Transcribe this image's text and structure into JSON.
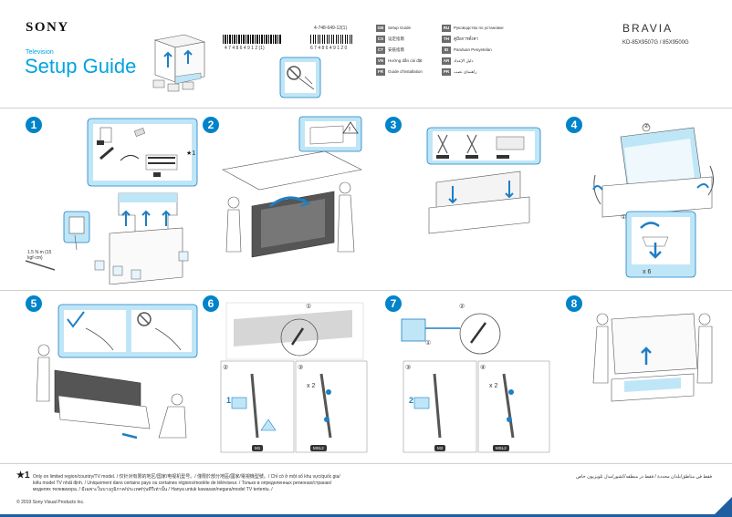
{
  "header": {
    "brand": "SONY",
    "category": "Television",
    "title": "Setup Guide",
    "part_number": "4-748-649-12(1)",
    "barcode_left_digits": "4 7 4 8 6 4 9 1 2 (1)",
    "barcode_right_digits": "6 7 4 8 6 4 9 1 2 0",
    "tv_brand": "BRAVIA",
    "models": "KD-85X9507G / 85X9500G"
  },
  "languages": {
    "left": [
      {
        "code": "GB",
        "name": "Setup Guide"
      },
      {
        "code": "CS",
        "name": "设定指南"
      },
      {
        "code": "CT",
        "name": "安裝指南"
      },
      {
        "code": "VN",
        "name": "Hướng dẫn cài đặt"
      },
      {
        "code": "FR",
        "name": "Guide d'installation"
      }
    ],
    "right": [
      {
        "code": "RU",
        "name": "Руководство по установке"
      },
      {
        "code": "TH",
        "name": "คู่มือการตั้งค่า"
      },
      {
        "code": "ID",
        "name": "Panduan Penyetelan"
      },
      {
        "code": "AR",
        "name": "دليل الإعداد"
      },
      {
        "code": "PR",
        "name": "راهنمای نصب"
      }
    ]
  },
  "steps": [
    {
      "num": "1"
    },
    {
      "num": "2"
    },
    {
      "num": "3"
    },
    {
      "num": "4"
    },
    {
      "num": "5"
    },
    {
      "num": "6"
    },
    {
      "num": "7"
    },
    {
      "num": "8"
    }
  ],
  "annotations": {
    "torque": "1.5 N·m {15 kgf·cm}",
    "star_mark": "★1",
    "x6": "x 6",
    "x2a": "x 2",
    "x2b": "x 2",
    "sub_1": "①",
    "sub_2": "②",
    "sub_3": "③",
    "sub_4": "④",
    "label_m1": "M1",
    "label_m2": "M2",
    "label_msl2a": "MSL2",
    "label_msl2b": "MSL2",
    "badge_1": "1",
    "badge_2": "2"
  },
  "footer": {
    "star": "★1",
    "note": "Only on limited region/country/TV model. / 仅针对有限的地区/国家/电视机型号。/ 僅限於部分地區/國家/電視機型號。/ Chỉ có ở một số khu vực/quốc gia/ kiểu model TV nhất định. / Uniquement dans certains pays ou certaines régions/modèle de téléviseur. / Только в определенных регионах/странах/моделях телевизора. / มีเฉพาะในบางภูมิภาค/ประเทศ/รุ่นทีวีเท่านั้น / Hanya untuk kawasan/negara/model TV tertentu. /",
    "note_ar": "فقط في مناطق/بلدان محددة / فقط در منطقه/کشور/مدل تلویزیون خاص",
    "copyright": "© 2019 Sony Visual Products Inc."
  },
  "colors": {
    "accent": "#00a3e0",
    "step": "#0083c9",
    "highlight": "#bfe6f7",
    "corner": "#1f5f9f"
  }
}
